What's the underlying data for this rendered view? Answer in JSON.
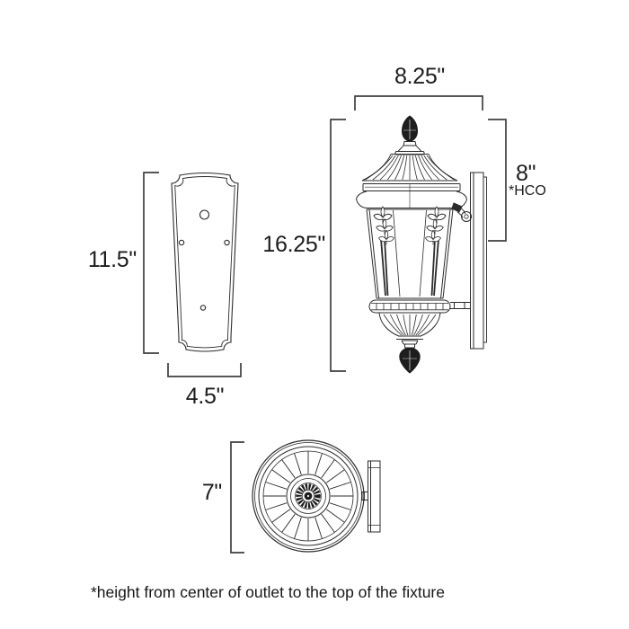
{
  "labels": {
    "backplate_height": "11.5\"",
    "backplate_width": "4.5\"",
    "fixture_width": "8.25\"",
    "fixture_height": "16.25\"",
    "hco_height": "8\"",
    "hco_abbr": "*HCO",
    "top_diameter": "7\""
  },
  "footnote": {
    "text": "*height from center of outlet to the top of the fixture"
  },
  "views": {
    "backplate": "backplate-front-view",
    "side": "fixture-side-view",
    "top": "fixture-top-view"
  },
  "colors": {
    "background": "#ffffff",
    "drawing_line": "#2b2b2b",
    "dimension_line": "#3f3f3f",
    "text": "#1c1c1c",
    "finial_fill": "#1d1d1d"
  }
}
